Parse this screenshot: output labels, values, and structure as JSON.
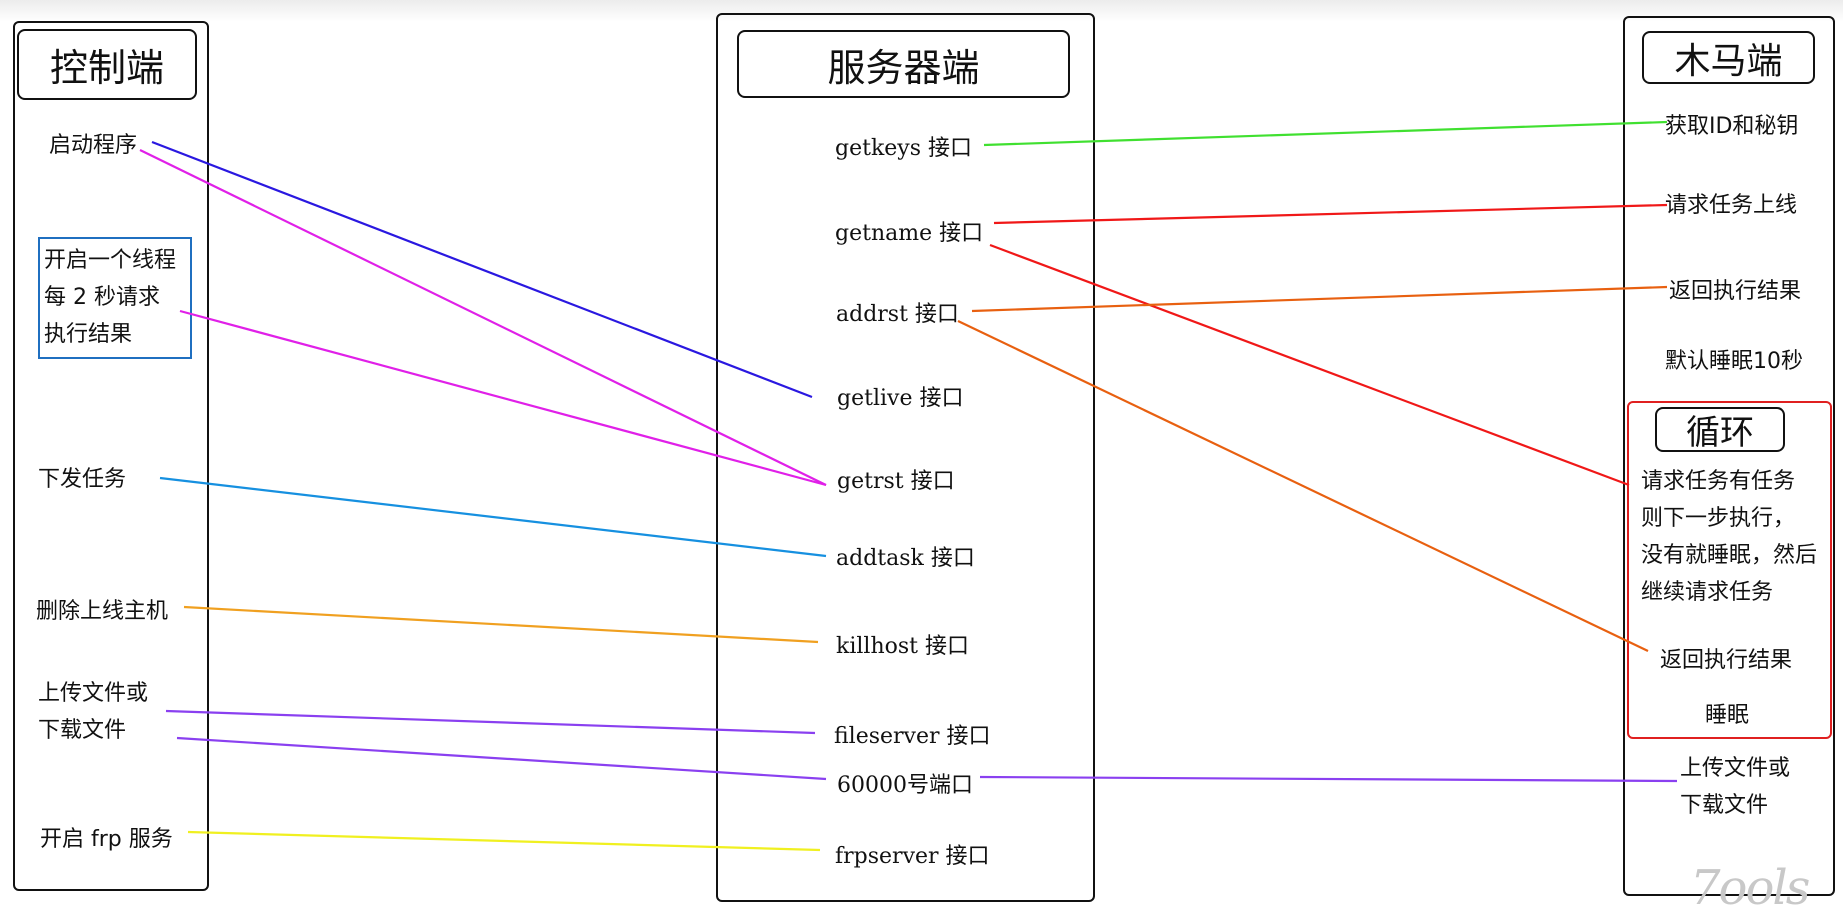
{
  "controller": {
    "title": "控制端",
    "items": {
      "start": "启动程序",
      "thread_l1": "开启一个线程",
      "thread_l2": "每 2 秒请求",
      "thread_l3": "执行结果",
      "dispatch": "下发任务",
      "delete": "删除上线主机",
      "file_l1": "上传文件或",
      "file_l2": "下载文件",
      "frp": "开启 frp 服务"
    }
  },
  "server": {
    "title": "服务器端",
    "apis": {
      "getkeys": "getkeys 接口",
      "getname": "getname 接口",
      "addrst": "addrst 接口",
      "getlive": "getlive 接口",
      "getrst": "getrst 接口",
      "addtask": "addtask 接口",
      "killhost": "killhost 接口",
      "fileserver": "fileserver 接口",
      "port": "60000号端口",
      "frpserver": "frpserver 接口"
    }
  },
  "trojan": {
    "title": "木马端",
    "items": {
      "getid": "获取ID和秘钥",
      "online": "请求任务上线",
      "result": "返回执行结果",
      "sleep10": "默认睡眠10秒",
      "loop_title": "循环",
      "loop_l1": "请求任务有任务",
      "loop_l2": "则下一步执行，",
      "loop_l3": "没有就睡眠，然后",
      "loop_l4": "继续请求任务",
      "loop_result": "返回执行结果",
      "loop_sleep": "睡眠",
      "file_l1": "上传文件或",
      "file_l2": "下载文件"
    }
  },
  "colors": {
    "blue_dark": "#2a18e0",
    "magenta": "#e020e8",
    "sky": "#1690e0",
    "orange_light": "#f0a020",
    "purple": "#8a40f0",
    "yellow": "#f0f020",
    "green": "#40e030",
    "red": "#f01818",
    "orange": "#e86010"
  }
}
